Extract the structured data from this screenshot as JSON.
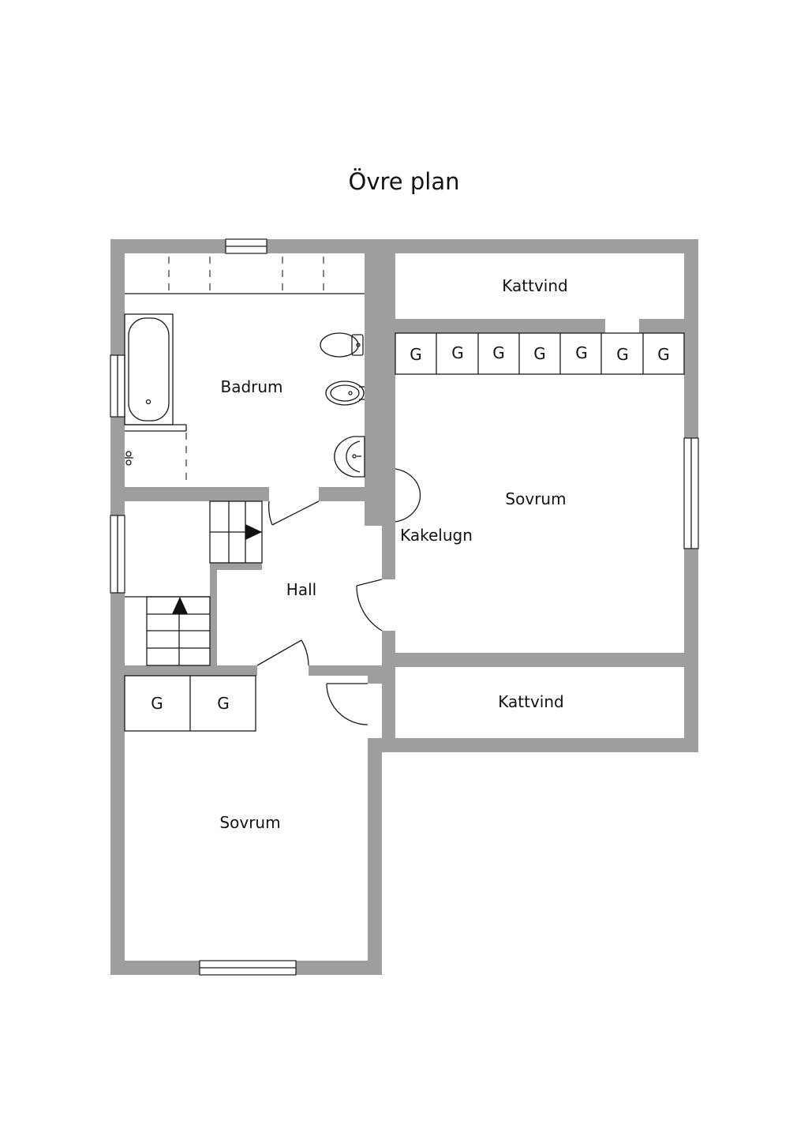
{
  "title": "Övre plan",
  "rooms": {
    "badrum": "Badrum",
    "hall": "Hall",
    "sovrum_right": "Sovrum",
    "sovrum_bottom": "Sovrum",
    "kattvind_top": "Kattvind",
    "kattvind_bottom": "Kattvind",
    "kakelugn": "Kakelugn"
  },
  "wardrobe_letter": "G",
  "wardrobes": {
    "top_row": [
      "G",
      "G",
      "G",
      "G",
      "G",
      "G",
      "G"
    ],
    "bottom_left": [
      "G",
      "G"
    ]
  },
  "colors": {
    "wall": "#9e9e9e",
    "line": "#1a1a1a",
    "background": "#ffffff"
  }
}
